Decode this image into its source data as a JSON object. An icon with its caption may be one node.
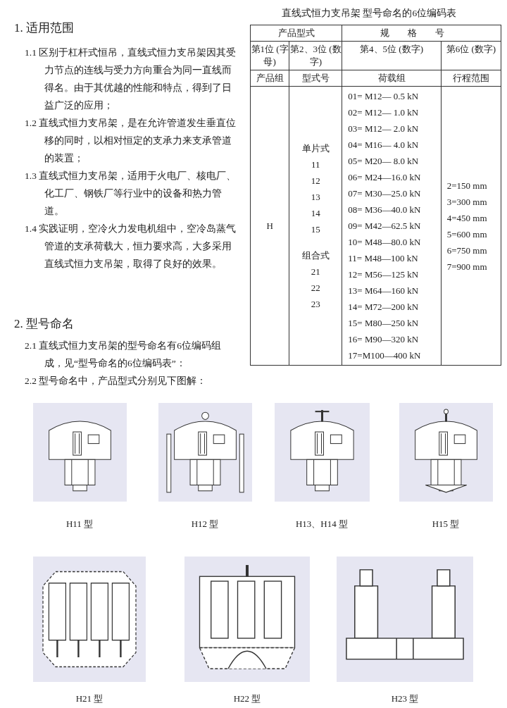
{
  "diagram": {
    "labels": [
      "1. 适用范围",
      "1.1 区别于杠杆式恒吊，直线式恒力支吊架因其受力节点的连线与受力方向重合为同一直线而得名。由于其优越的性能和特点，得到了日益广泛的应用；",
      "1.2 直线式恒力支吊架，是在允许管道发生垂直位移的同时，以相对恒定的支承力来支承管道的装置；",
      "1.3 直线式恒力支吊架，适用于火电厂、核电厂、化工厂、钢铁厂等行业中的设备和热力管道。",
      "1.4 实践证明，空冷火力发电机组中，空冷岛蒸气管道的支承荷载大，恒力要求高，大多采用直线式恒力支吊架，取得了良好的效果。",
      "2. 型号命名",
      "2.1 直线式恒力支吊架的型号命名有6位编码组成，见“型号命名的6位编码表”：",
      "2.2 型号命名中，产品型式分别见下图解：",
      "直线式恒力支吊架 型号命名的6位编码表",
      "产品型式",
      "规格号",
      "第1位 (字母)",
      "第2、3位 (数字)",
      "第4、5位 (数字)",
      "第6位 (数字)",
      "产品组",
      "型式号",
      "荷载组",
      "行程范围",
      "H",
      "单片式",
      "11",
      "12",
      "13",
      "14",
      "15",
      "组合式",
      "21",
      "22",
      "23",
      "01= M12— 0.5 kN",
      "02= M12— 1.0 kN",
      "03= M12— 2.0 kN",
      "04= M16— 4.0 kN",
      "05= M20— 8.0 kN",
      "06= M24—16.0 kN",
      "07= M30—25.0 kN",
      "08= M36—40.0 kN",
      "09= M42—62.5 kN",
      "10= M48—80.0 kN",
      "11= M48—100 kN",
      "12= M56—125 kN",
      "13= M64—160 kN",
      "14= M72—200 kN",
      "15= M80—250 kN",
      "16= M90—320 kN",
      "17=M100—400 kN",
      "2=150 mm",
      "3=300 mm",
      "4=450 mm",
      "5=600 mm",
      "6=750 mm",
      "7=900 mm",
      "H11 型",
      "H12 型",
      "H13、H14 型",
      "H15 型",
      "H21 型",
      "H22 型",
      "H23 型"
    ]
  }
}
